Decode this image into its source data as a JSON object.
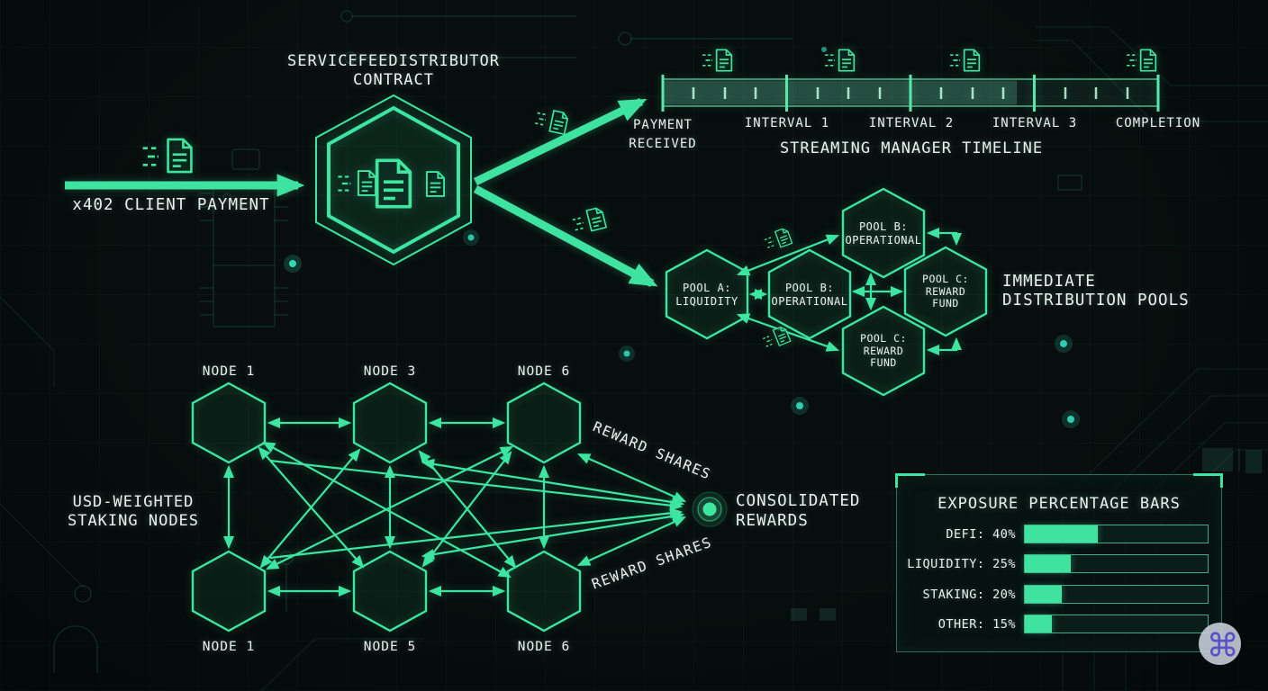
{
  "colors": {
    "accent_green": "#3ce6a2",
    "background": "#070e0d",
    "text": "#e8f2ee",
    "logo_purple": "#5a50c8",
    "bar_fill": "#40e2a0"
  },
  "contract": {
    "title_line1": "SERVICEFEEDISTRIBUTOR",
    "title_line2": "CONTRACT",
    "icons": [
      "document-speed-icon",
      "document-icon",
      "document-icon"
    ]
  },
  "payment": {
    "label": "x402 CLIENT PAYMENT",
    "icon": "document-speed-icon"
  },
  "timeline": {
    "title": "STREAMING MANAGER TIMELINE",
    "milestones": [
      "PAYMENT RECEIVED",
      "INTERVAL 1",
      "INTERVAL 2",
      "INTERVAL 3",
      "COMPLETION"
    ],
    "progress_percent": 71.5,
    "marker_icons": [
      "document-speed-icon",
      "document-speed-icon",
      "document-speed-icon",
      "document-speed-icon"
    ]
  },
  "pools": {
    "heading_line1": "IMMEDIATE",
    "heading_line2": "DISTRIBUTION POOLS",
    "items": [
      {
        "id": "pool-a",
        "lines": [
          "POOL A:",
          "LIQUIDITY"
        ]
      },
      {
        "id": "pool-b-center",
        "lines": [
          "POOL B:",
          "OPERATIONAL"
        ]
      },
      {
        "id": "pool-b-top",
        "lines": [
          "POOL B:",
          "OPERATIONAL"
        ]
      },
      {
        "id": "pool-c-right",
        "lines": [
          "POOL C:",
          "REWARD",
          "FUND"
        ]
      },
      {
        "id": "pool-c-bottom",
        "lines": [
          "POOL C:",
          "REWARD",
          "FUND"
        ]
      }
    ]
  },
  "network": {
    "heading_line1": "USD-WEIGHTED",
    "heading_line2": "STAKING NODES",
    "top_nodes": [
      "NODE 1",
      "NODE 3",
      "NODE 6"
    ],
    "bottom_nodes": [
      "NODE 1",
      "NODE 5",
      "NODE 6"
    ],
    "reward_shares_top": "REWARD SHARES",
    "reward_shares_bottom": "REWARD SHARES"
  },
  "consolidated": {
    "line1": "CONSOLIDATED",
    "line2": "REWARDS"
  },
  "exposure": {
    "title": "EXPOSURE PERCENTAGE BARS",
    "bars": [
      {
        "label": "DEFI: 40%",
        "value": 40
      },
      {
        "label": "LIQUIDITY: 25%",
        "value": 25
      },
      {
        "label": "STAKING: 20%",
        "value": 20
      },
      {
        "label": "OTHER: 15%",
        "value": 15
      }
    ]
  },
  "logo": {
    "glyph": "⌘"
  }
}
